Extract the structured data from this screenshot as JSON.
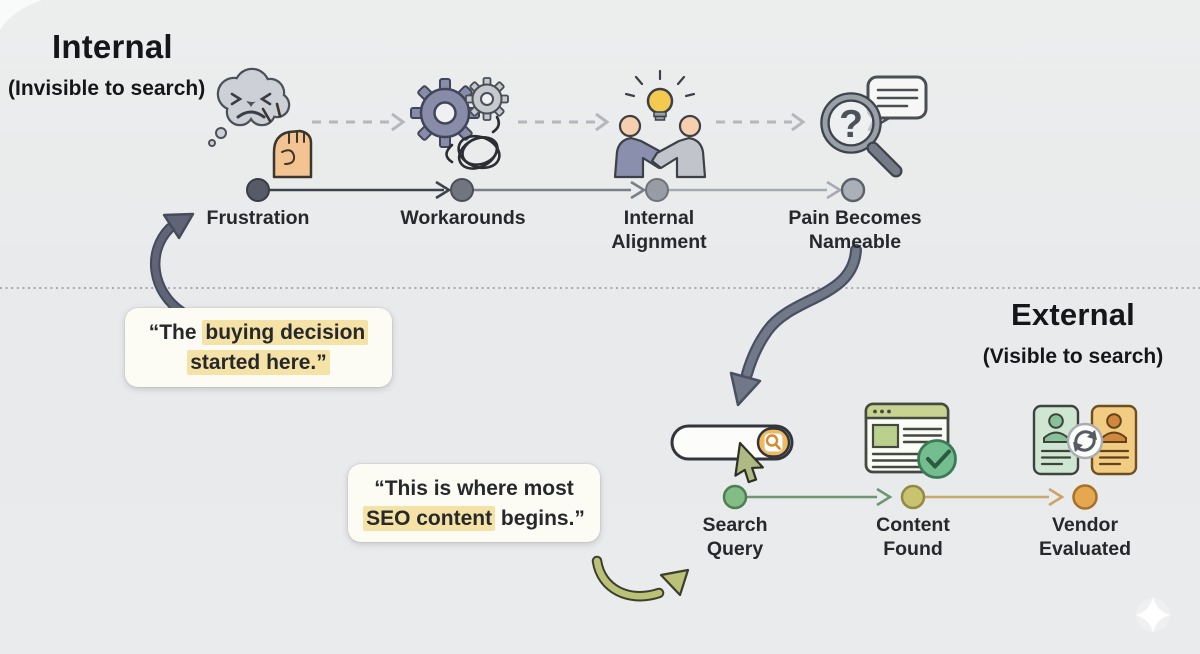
{
  "internal": {
    "title": "Internal",
    "subtitle": "(Invisible to search)",
    "stages": [
      {
        "label": "Frustration",
        "icon": "frustration-cloud-fist-icon"
      },
      {
        "label": "Workarounds",
        "icon": "gears-tangle-icon"
      },
      {
        "label": "Internal\nAlignment",
        "icon": "handshake-lightbulb-icon"
      },
      {
        "label": "Pain Becomes\nNameable",
        "icon": "magnifier-question-speech-icon"
      }
    ]
  },
  "external": {
    "title": "External",
    "subtitle": "(Visible to search)",
    "stages": [
      {
        "label": "Search\nQuery",
        "icon": "search-bar-cursor-icon"
      },
      {
        "label": "Content\nFound",
        "icon": "webpage-check-icon"
      },
      {
        "label": "Vendor\nEvaluated",
        "icon": "vendor-compare-cards-icon"
      }
    ]
  },
  "callouts": [
    {
      "lines": [
        [
          {
            "text": "“The ",
            "hl": false
          },
          {
            "text": "buying decision",
            "hl": true
          }
        ],
        [
          {
            "text": "started here.”",
            "hl": true
          }
        ]
      ]
    },
    {
      "lines": [
        [
          {
            "text": "“This is where most",
            "hl": false
          }
        ],
        [
          {
            "text": "SEO content",
            "hl": true
          },
          {
            "text": " begins.”",
            "hl": false
          }
        ]
      ]
    }
  ],
  "icons": [
    "frustration-cloud-fist-icon",
    "gears-tangle-icon",
    "handshake-lightbulb-icon",
    "magnifier-question-speech-icon",
    "search-bar-cursor-icon",
    "webpage-check-icon",
    "vendor-compare-cards-icon",
    "cursor-icon",
    "sparkle-icon",
    "curved-arrow-to-frustration",
    "s-curve-arrow-to-search",
    "green-arrow-to-search-query"
  ],
  "colors": {
    "background": "#e9ebec",
    "text": "#1d1f22",
    "highlight": "#f5e2a6",
    "callout_bg": "#fcfcf4",
    "timeline_dark": "#3d424b",
    "node_frustration": "#565b67",
    "node_workarounds": "#71757f",
    "node_internal_alignment": "#989ca4",
    "node_pain": "#abafb7",
    "node_search_query": "#83bd85",
    "node_content_found": "#c9c36d",
    "node_vendor_evaluated": "#e6a751",
    "arrow_dark": "#6d7486",
    "arrow_green": "#bcc178",
    "search_accent": "#f2ba57"
  }
}
